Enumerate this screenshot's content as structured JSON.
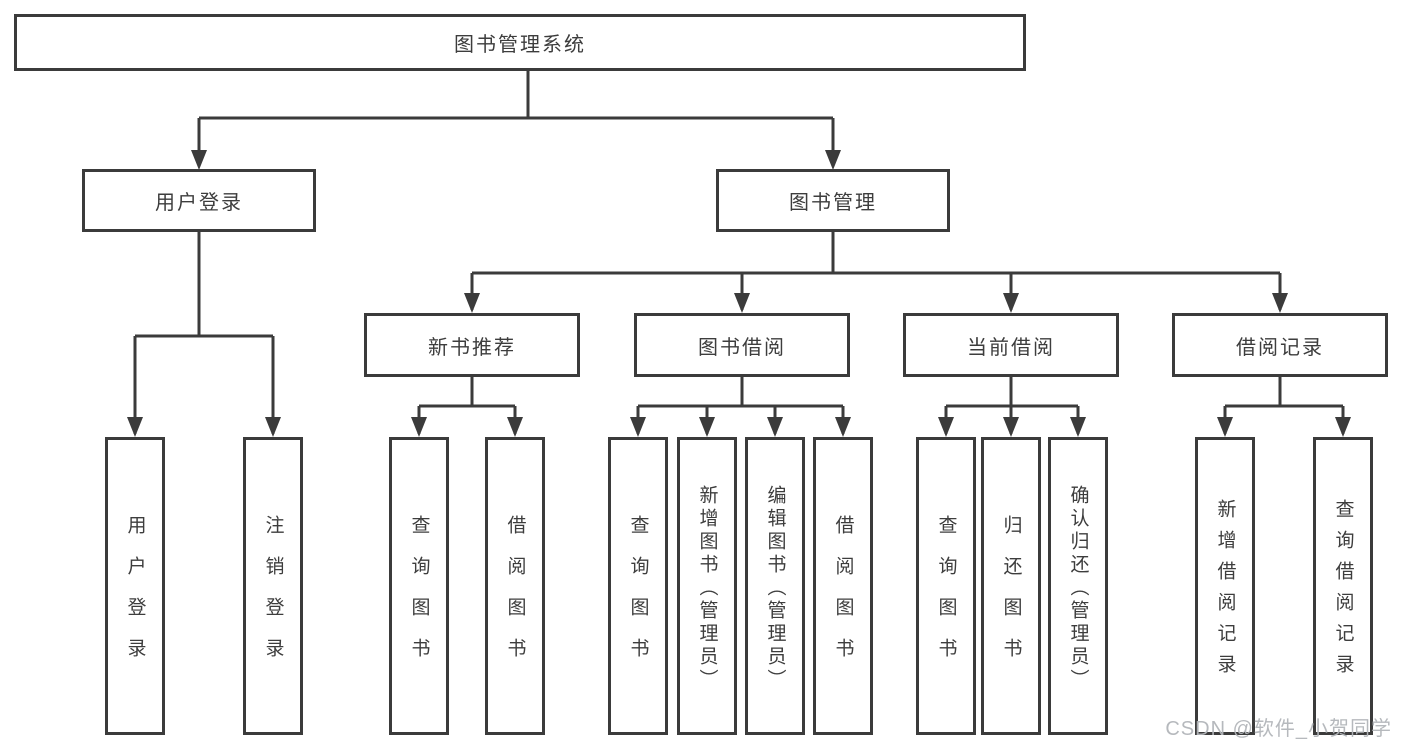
{
  "diagram": {
    "title": "图书管理系统",
    "type": "function-structure-tree",
    "colors": {
      "line": "#3b3b3b",
      "border": "#3b3b3b",
      "text": "#3d3d3d",
      "background": "#ffffff",
      "watermark": "#b2b5b9"
    },
    "nodes": {
      "root": {
        "label": "图书管理系统"
      },
      "user_login": {
        "label": "用户登录"
      },
      "book_mgmt": {
        "label": "图书管理"
      },
      "new_rec": {
        "label": "新书推荐"
      },
      "book_borrow": {
        "label": "图书借阅"
      },
      "current_borrow": {
        "label": "当前借阅"
      },
      "borrow_record": {
        "label": "借阅记录"
      },
      "leaf_user_login": {
        "label": "用户登录"
      },
      "leaf_logout": {
        "label": "注销登录"
      },
      "leaf_nr_query": {
        "label": "查询图书"
      },
      "leaf_nr_borrow": {
        "label": "借阅图书"
      },
      "leaf_bb_query": {
        "label": "查询图书"
      },
      "leaf_bb_add": {
        "label": "新增图书（管理员）"
      },
      "leaf_bb_edit": {
        "label": "编辑图书（管理员）"
      },
      "leaf_bb_borrow": {
        "label": "借阅图书"
      },
      "leaf_cb_query": {
        "label": "查询图书"
      },
      "leaf_cb_return": {
        "label": "归还图书"
      },
      "leaf_cb_confirm": {
        "label": "确认归还（管理员）"
      },
      "leaf_br_add": {
        "label": "新增借阅记录"
      },
      "leaf_br_query": {
        "label": "查询借阅记录"
      }
    },
    "watermark": {
      "text": "CSDN @软件_小贺同学"
    }
  }
}
